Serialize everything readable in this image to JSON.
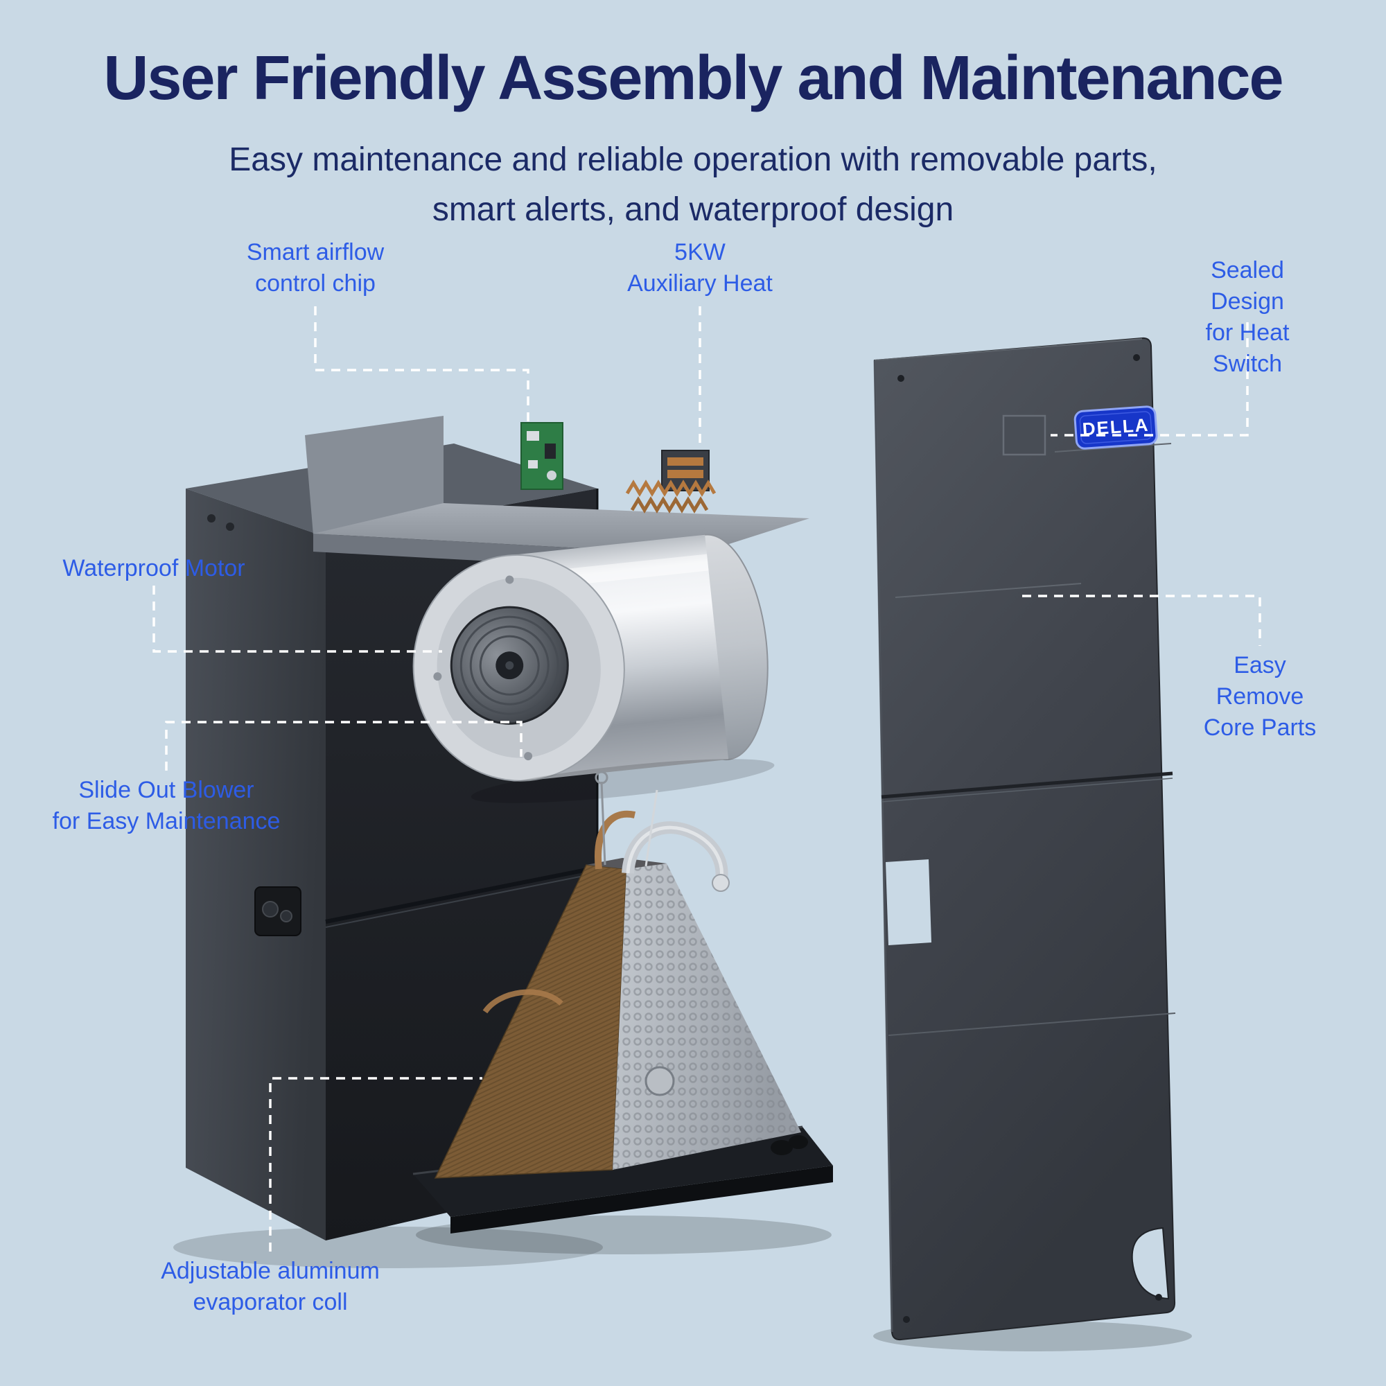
{
  "header": {
    "title": "User Friendly Assembly and Maintenance",
    "subtitle": "Easy maintenance and reliable operation with removable parts,\nsmart alerts, and waterproof design"
  },
  "brand": {
    "logo": "DELLA"
  },
  "callouts": {
    "smart_airflow": "Smart airflow\ncontrol chip",
    "aux_heat": "5KW\nAuxiliary Heat",
    "sealed_design": "Sealed Design\nfor Heat Switch",
    "waterproof_motor": "Waterproof Motor",
    "easy_remove": "Easy Remove\nCore Parts",
    "slide_out_blower": "Slide Out Blower\nfor Easy Maintenance",
    "evaporator_coil": "Adjustable aluminum\nevaporator coll"
  },
  "colors": {
    "background": "#c9d9e5",
    "title_text": "#1a2460",
    "callout_text": "#2d5ce6",
    "brand_badge_blue": "#1736c9",
    "leader_line": "#ffffff"
  }
}
